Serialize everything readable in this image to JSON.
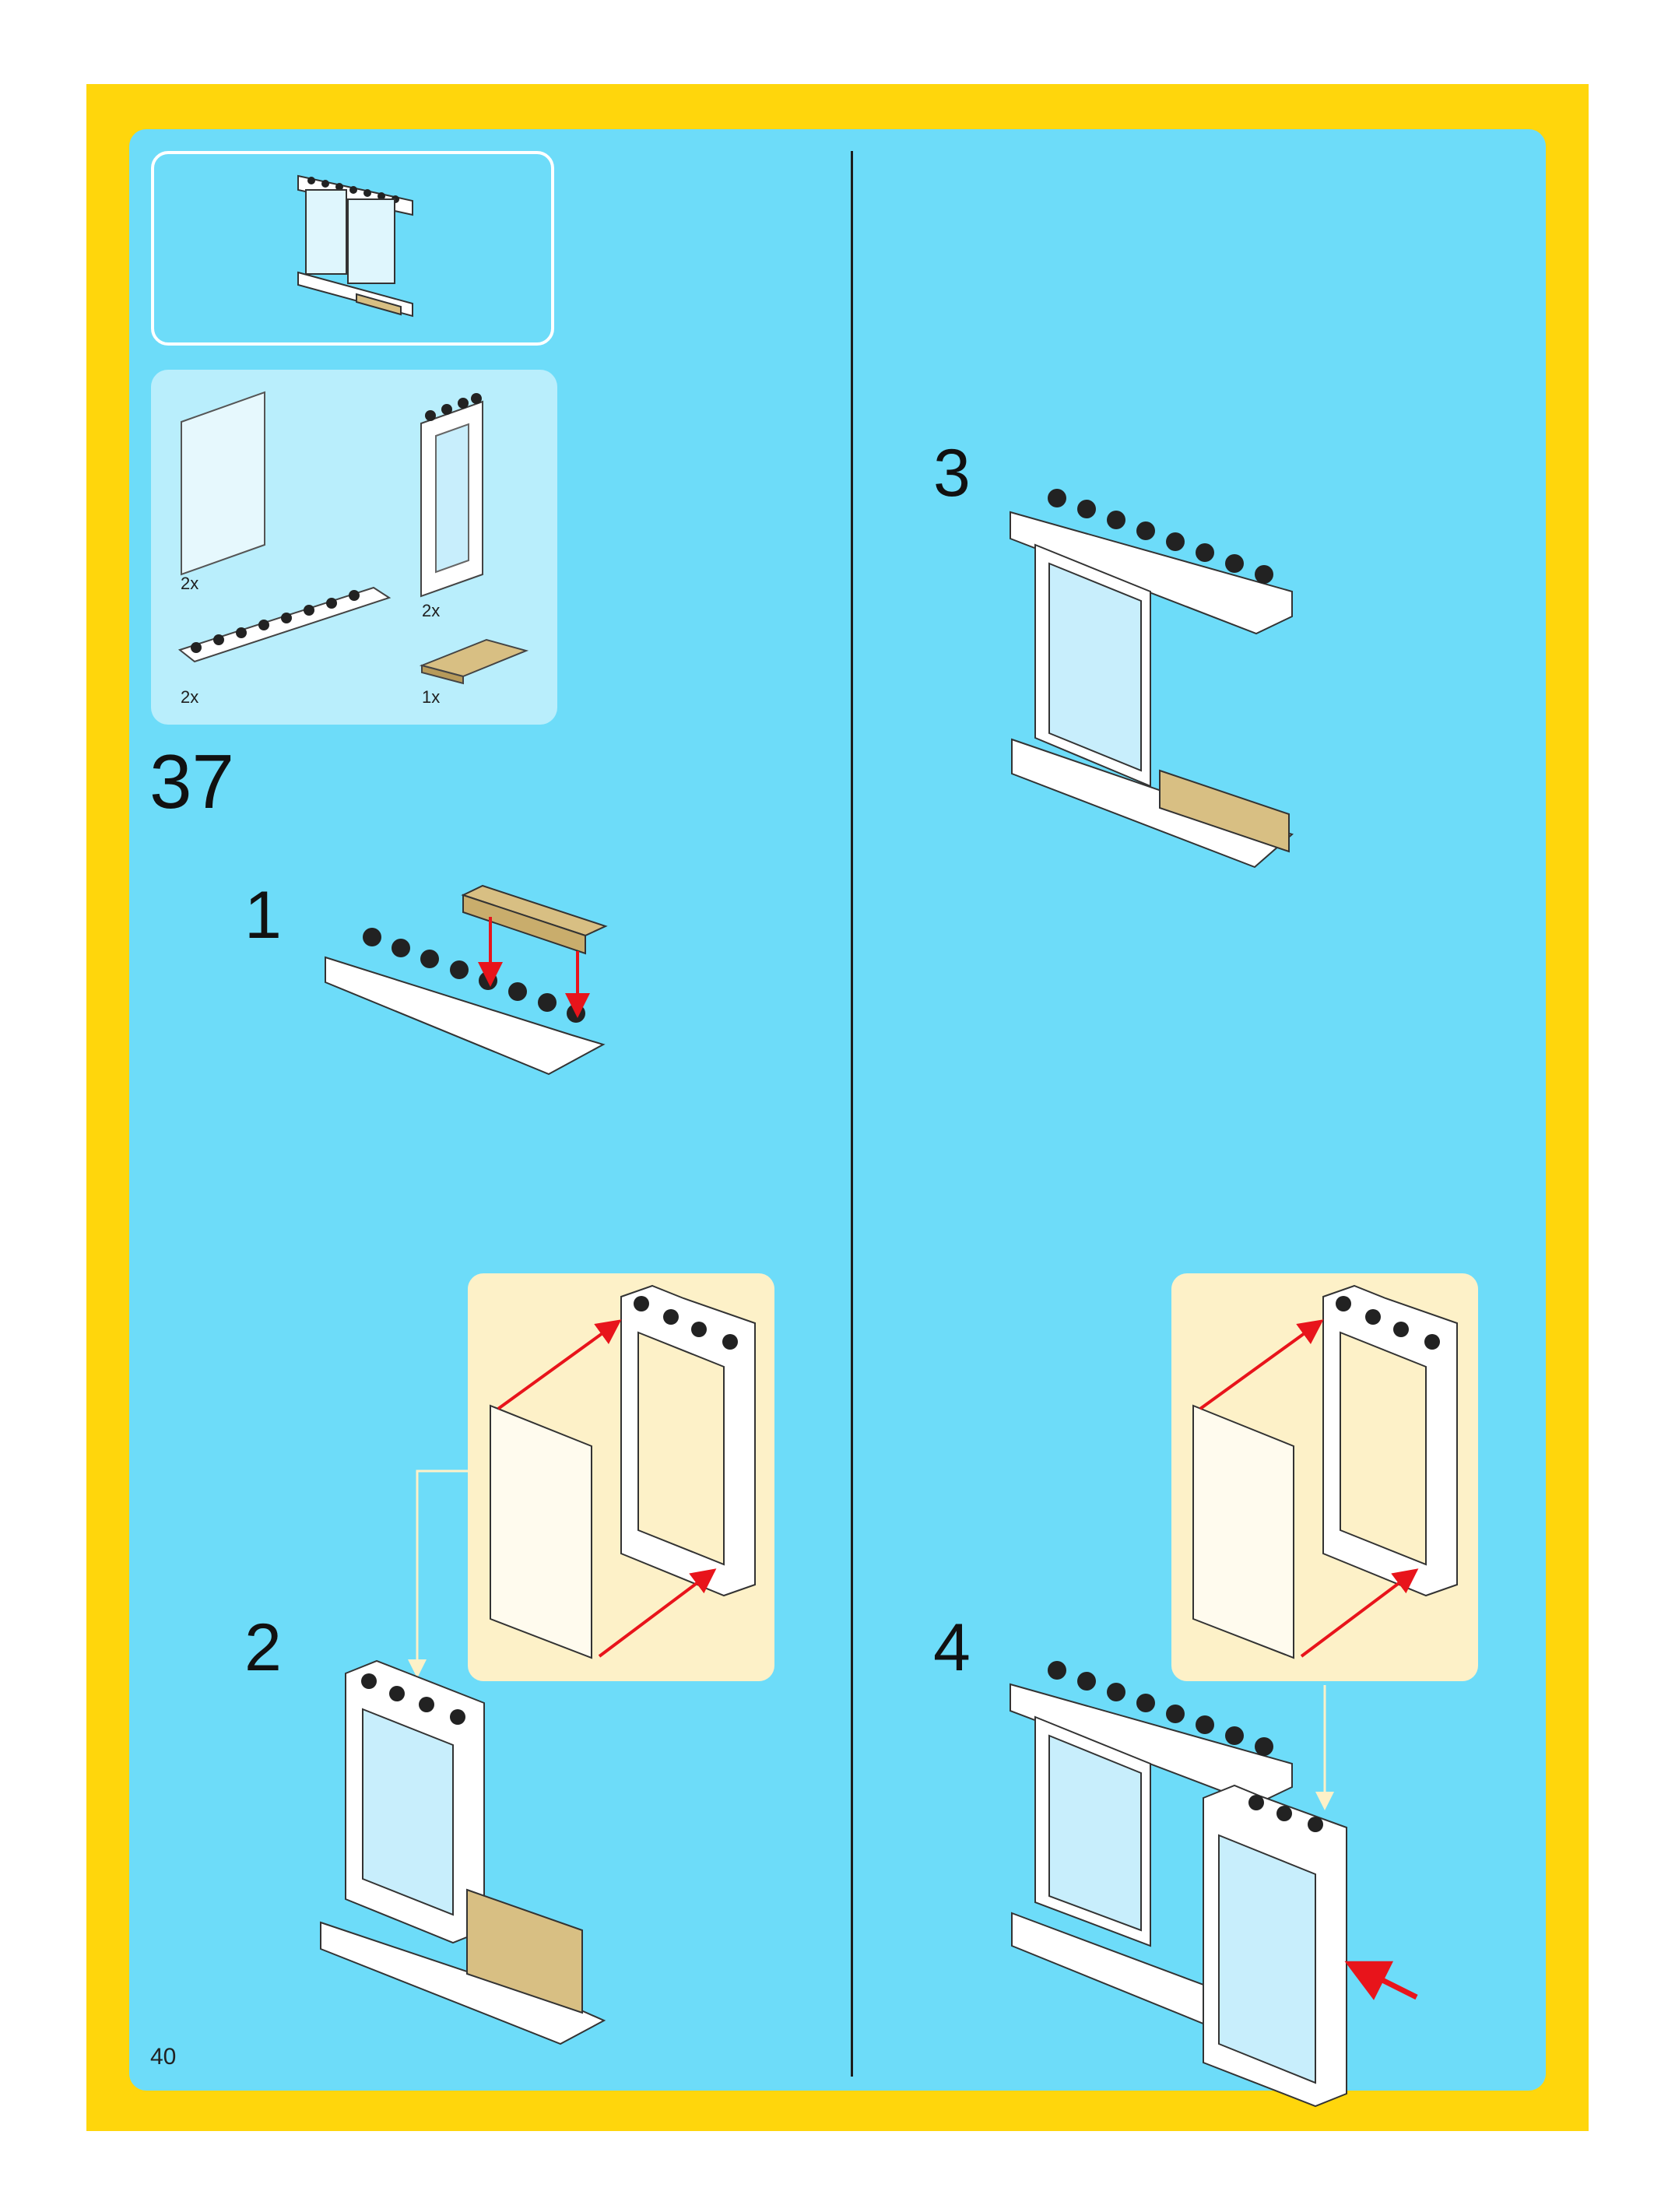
{
  "step": {
    "number": "37"
  },
  "parts": [
    {
      "name": "panel",
      "qty": "2x"
    },
    {
      "name": "window-frame",
      "qty": "2x"
    },
    {
      "name": "plate",
      "qty": "2x"
    },
    {
      "name": "tile",
      "qty": "1x"
    }
  ],
  "substeps": [
    "1",
    "2",
    "3",
    "4"
  ],
  "page_number": "40",
  "colors": {
    "frame": "#ffd60c",
    "background": "#6ddcf9",
    "parts_box": "#b9eefc",
    "callout": "#fdf1c8",
    "arrow": "#e8141b",
    "tile": "#d8bf83"
  }
}
